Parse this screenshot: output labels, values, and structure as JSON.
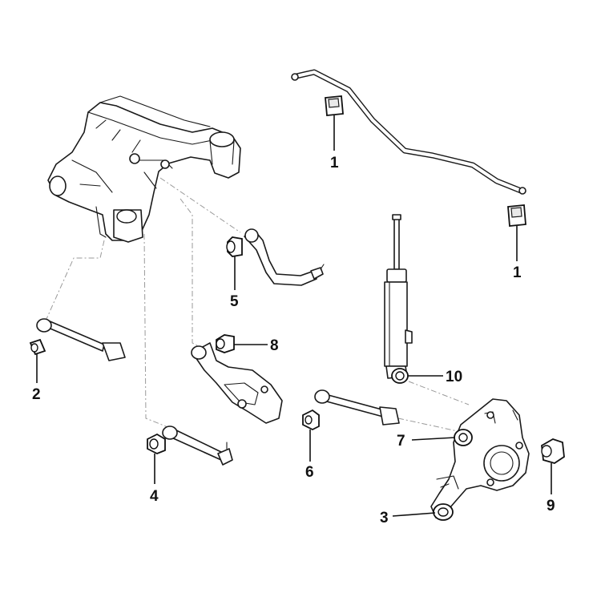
{
  "callouts": {
    "stabilizer_bushing_top": "1",
    "stabilizer_bushing_right": "1",
    "toe_link_bushing": "2",
    "knuckle_lower_bushing": "3",
    "lateral_arm_bushing": "4",
    "upper_arm_bushing": "5",
    "upper_link_bushing": "6",
    "knuckle_front_bushing": "7",
    "lower_arm_bushing": "8",
    "knuckle_rear_bushing": "9",
    "shock_lower_bushing": "10"
  },
  "colors": {
    "line": "#1a1a1a",
    "dash": "#9a9a9a",
    "background": "#ffffff"
  }
}
